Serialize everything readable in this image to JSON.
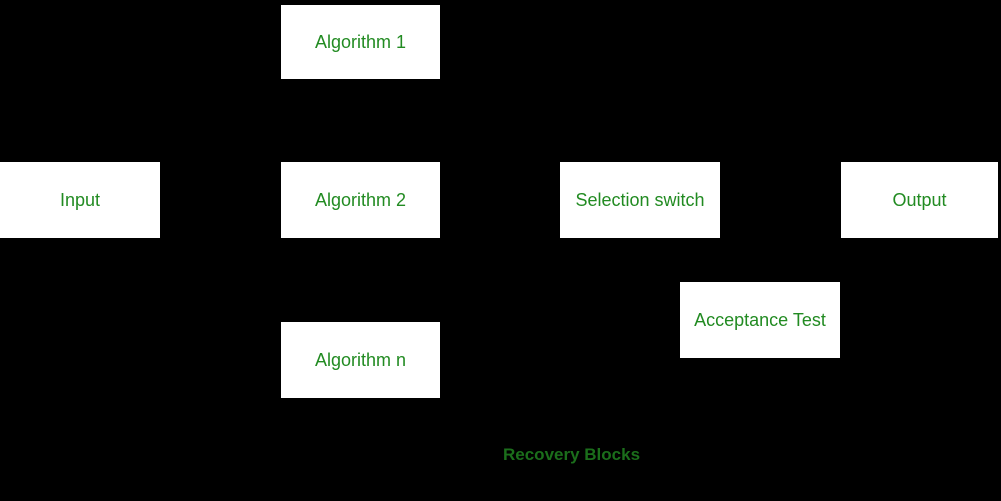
{
  "diagram": {
    "caption": "Recovery Blocks",
    "boxes": [
      {
        "id": "algorithm-1",
        "label": "Algorithm 1"
      },
      {
        "id": "input",
        "label": "Input"
      },
      {
        "id": "algorithm-2",
        "label": "Algorithm 2"
      },
      {
        "id": "selection-switch",
        "label": "Selection switch"
      },
      {
        "id": "output",
        "label": "Output"
      },
      {
        "id": "acceptance-test",
        "label": "Acceptance Test"
      },
      {
        "id": "algorithm-n",
        "label": "Algorithm n"
      }
    ],
    "colors": {
      "background": "#000000",
      "box_fill": "#ffffff",
      "box_text": "#228B22",
      "caption_text": "#1b6e1b"
    }
  }
}
